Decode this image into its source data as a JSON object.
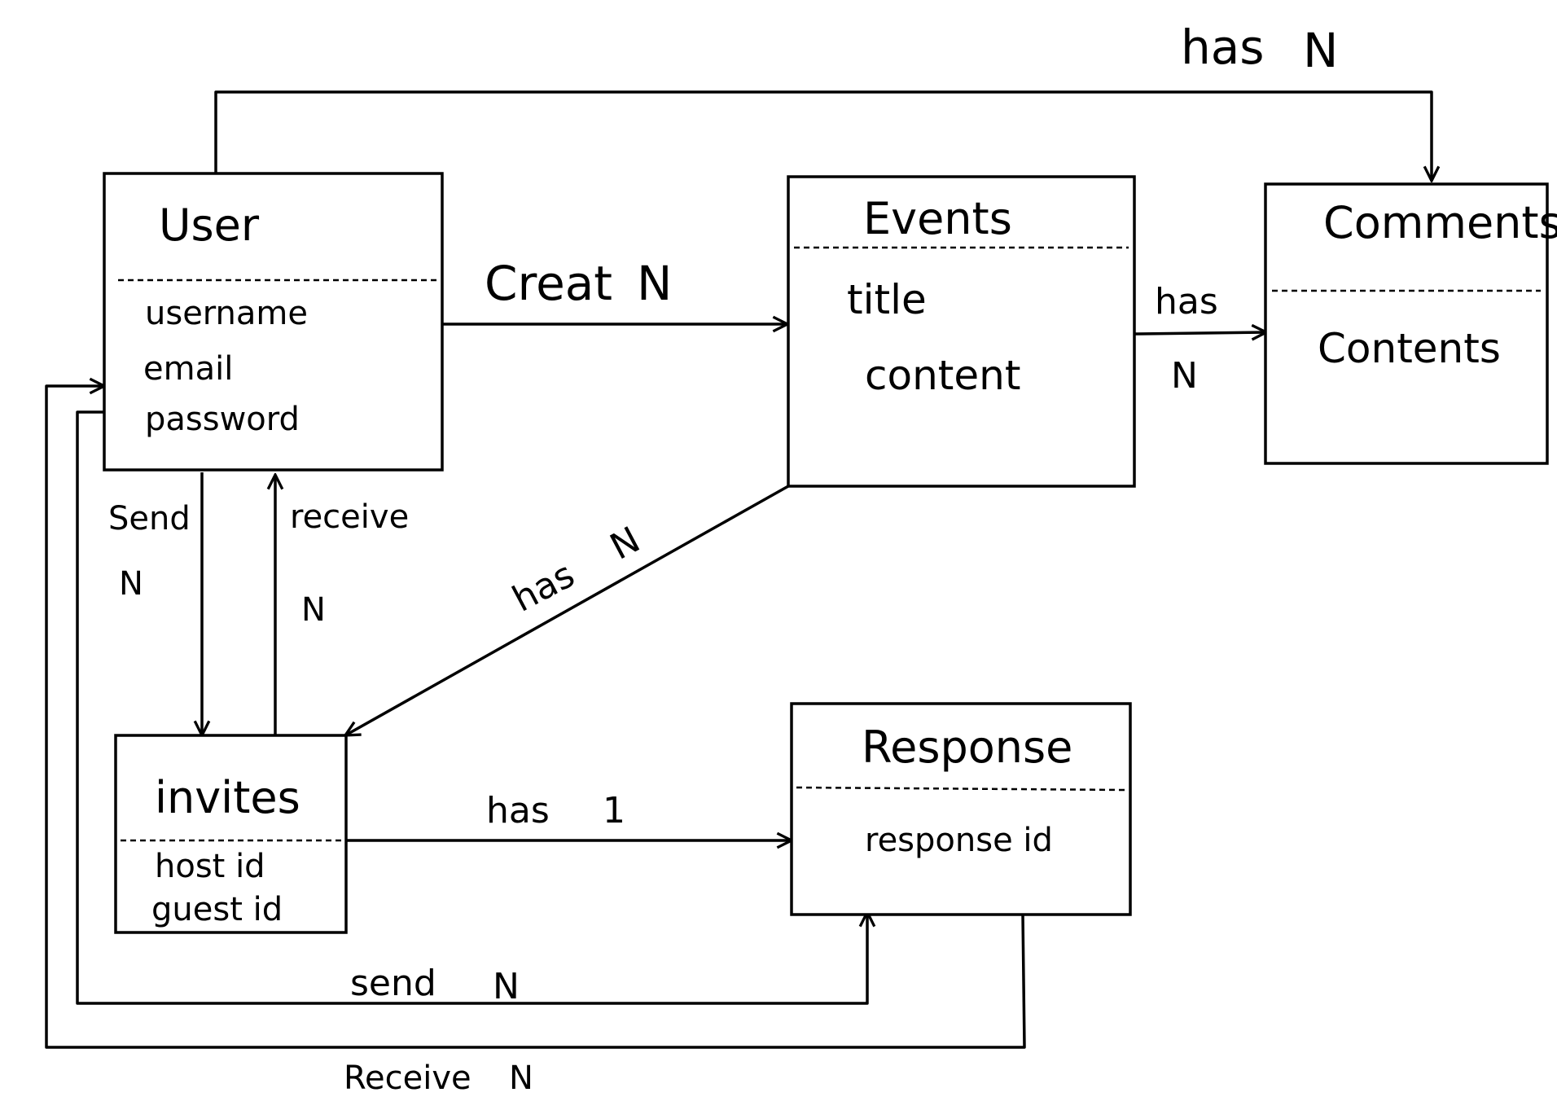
{
  "entities": {
    "user": {
      "title": "User",
      "attributes": [
        "username",
        "email",
        "password"
      ]
    },
    "events": {
      "title": "Events",
      "attributes": [
        "title",
        "content"
      ]
    },
    "comments": {
      "title": "Comments",
      "attributes": [
        "Contents"
      ]
    },
    "invites": {
      "title": "invites",
      "attributes": [
        "host id",
        "guest id"
      ]
    },
    "response": {
      "title": "Response",
      "attributes": [
        "response id"
      ]
    }
  },
  "relations": {
    "user_comments": {
      "verb": "has",
      "cardinality": "N"
    },
    "user_events": {
      "verb": "Creat",
      "cardinality": "N"
    },
    "events_comments": {
      "verb": "has",
      "cardinality": "N"
    },
    "events_invites": {
      "verb": "has",
      "cardinality": "N"
    },
    "user_invites_send": {
      "verb": "Send",
      "cardinality": "N"
    },
    "invites_user_receive": {
      "verb": "receive",
      "cardinality": "N"
    },
    "invites_response": {
      "verb": "has",
      "cardinality": "1"
    },
    "user_response_send": {
      "verb": "send",
      "cardinality": "N"
    },
    "response_user_receive": {
      "verb": "Receive",
      "cardinality": "N"
    }
  }
}
